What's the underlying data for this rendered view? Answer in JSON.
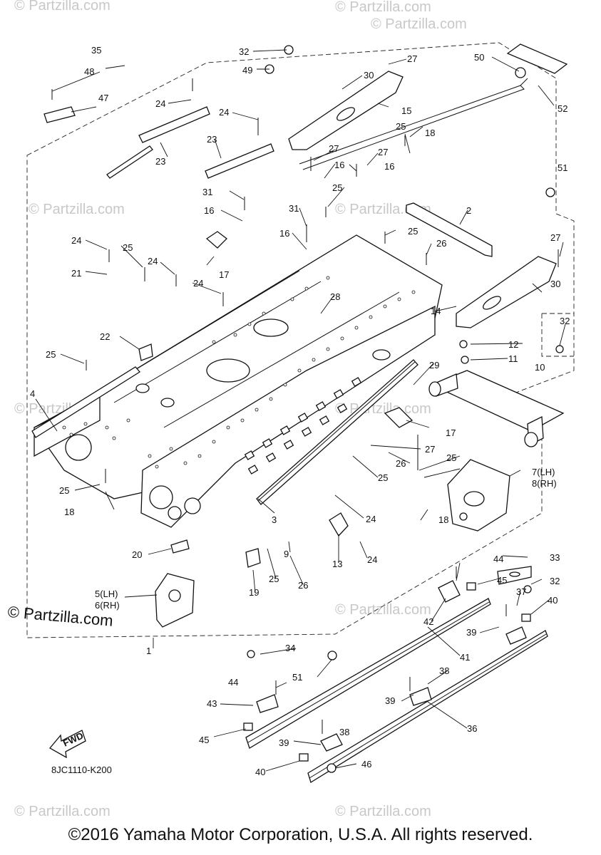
{
  "diagram": {
    "figure_code": "8JC1110-K200",
    "copyright": "©2016 Yamaha Motor Corporation, U.S.A. All rights reserved.",
    "watermark": "© Partzilla.com",
    "brand_stamp": "© Partzilla.com",
    "fwd_label": "FWD",
    "callouts": [
      {
        "id": "c35",
        "text": "35"
      },
      {
        "id": "c48",
        "text": "48"
      },
      {
        "id": "c47",
        "text": "47"
      },
      {
        "id": "c32a",
        "text": "32"
      },
      {
        "id": "c49",
        "text": "49"
      },
      {
        "id": "c27a",
        "text": "27"
      },
      {
        "id": "c30a",
        "text": "30"
      },
      {
        "id": "c15",
        "text": "15"
      },
      {
        "id": "c50",
        "text": "50"
      },
      {
        "id": "c52",
        "text": "52"
      },
      {
        "id": "c24a",
        "text": "24"
      },
      {
        "id": "c24b",
        "text": "24"
      },
      {
        "id": "c23a",
        "text": "23"
      },
      {
        "id": "c23b",
        "text": "23"
      },
      {
        "id": "c25a",
        "text": "25"
      },
      {
        "id": "c18a",
        "text": "18"
      },
      {
        "id": "c27b",
        "text": "27"
      },
      {
        "id": "c27c",
        "text": "27"
      },
      {
        "id": "c16a",
        "text": "16"
      },
      {
        "id": "c16b",
        "text": "16"
      },
      {
        "id": "c25b",
        "text": "25"
      },
      {
        "id": "c51a",
        "text": "51"
      },
      {
        "id": "c31a",
        "text": "31"
      },
      {
        "id": "c16c",
        "text": "16"
      },
      {
        "id": "c2",
        "text": "2"
      },
      {
        "id": "c31b",
        "text": "31"
      },
      {
        "id": "c16d",
        "text": "16"
      },
      {
        "id": "c25c",
        "text": "25"
      },
      {
        "id": "c27d",
        "text": "27"
      },
      {
        "id": "c24c",
        "text": "24"
      },
      {
        "id": "c25d",
        "text": "25"
      },
      {
        "id": "c24d",
        "text": "24"
      },
      {
        "id": "c17a",
        "text": "17"
      },
      {
        "id": "c26a",
        "text": "26"
      },
      {
        "id": "c21",
        "text": "21"
      },
      {
        "id": "c24e",
        "text": "24"
      },
      {
        "id": "c30b",
        "text": "30"
      },
      {
        "id": "c28",
        "text": "28"
      },
      {
        "id": "c14",
        "text": "14"
      },
      {
        "id": "c32b",
        "text": "32"
      },
      {
        "id": "c22",
        "text": "22"
      },
      {
        "id": "c12",
        "text": "12"
      },
      {
        "id": "c11",
        "text": "11"
      },
      {
        "id": "c10",
        "text": "10"
      },
      {
        "id": "c25e",
        "text": "25"
      },
      {
        "id": "c29",
        "text": "29"
      },
      {
        "id": "c4",
        "text": "4"
      },
      {
        "id": "c17b",
        "text": "17"
      },
      {
        "id": "c27e",
        "text": "27"
      },
      {
        "id": "c25f",
        "text": "25"
      },
      {
        "id": "c26b",
        "text": "26"
      },
      {
        "id": "c25g",
        "text": "25"
      },
      {
        "id": "c7",
        "text": "7(LH)"
      },
      {
        "id": "c8",
        "text": "8(RH)"
      },
      {
        "id": "c25h",
        "text": "25"
      },
      {
        "id": "c18b",
        "text": "18"
      },
      {
        "id": "c3",
        "text": "3"
      },
      {
        "id": "c24f",
        "text": "24"
      },
      {
        "id": "c18c",
        "text": "18"
      },
      {
        "id": "c9",
        "text": "9"
      },
      {
        "id": "c24g",
        "text": "24"
      },
      {
        "id": "c13",
        "text": "13"
      },
      {
        "id": "c20",
        "text": "20"
      },
      {
        "id": "c25i",
        "text": "25"
      },
      {
        "id": "c26c",
        "text": "26"
      },
      {
        "id": "c19",
        "text": "19"
      },
      {
        "id": "c44a",
        "text": "44"
      },
      {
        "id": "c33",
        "text": "33"
      },
      {
        "id": "c45a",
        "text": "45"
      },
      {
        "id": "c32c",
        "text": "32"
      },
      {
        "id": "c5",
        "text": "5(LH)"
      },
      {
        "id": "c6",
        "text": "6(RH)"
      },
      {
        "id": "c37",
        "text": "37"
      },
      {
        "id": "c40a",
        "text": "40"
      },
      {
        "id": "c42",
        "text": "42"
      },
      {
        "id": "c39a",
        "text": "39"
      },
      {
        "id": "c41",
        "text": "41"
      },
      {
        "id": "c1",
        "text": "1"
      },
      {
        "id": "c34",
        "text": "34"
      },
      {
        "id": "c51b",
        "text": "51"
      },
      {
        "id": "c44b",
        "text": "44"
      },
      {
        "id": "c38a",
        "text": "38"
      },
      {
        "id": "c43",
        "text": "43"
      },
      {
        "id": "c39b",
        "text": "39"
      },
      {
        "id": "c36",
        "text": "36"
      },
      {
        "id": "c38b",
        "text": "38"
      },
      {
        "id": "c45b",
        "text": "45"
      },
      {
        "id": "c39c",
        "text": "39"
      },
      {
        "id": "c46",
        "text": "46"
      },
      {
        "id": "c40b",
        "text": "40"
      }
    ]
  }
}
